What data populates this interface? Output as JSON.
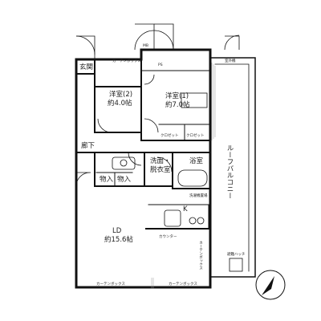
{
  "plan": {
    "rooms": {
      "entrance": "玄関",
      "western2_name": "洋室(2)",
      "western2_size": "約4.0帖",
      "western1_name": "洋室(1)",
      "western1_size": "約7.0帖",
      "hallway": "廊下",
      "washroom_line1": "洗面・",
      "washroom_line2": "脱衣室",
      "bathroom": "浴室",
      "storage_a": "物入",
      "storage_b": "物入",
      "kitchen": "K",
      "ld_name": "LD",
      "ld_size": "約15.6帖",
      "roof_balcony": "ルーフバルコニー"
    },
    "labels": {
      "closet_1": "クロゼット",
      "closet_2": "クロゼット",
      "counter": "カウンター",
      "curtain_box_top": "カーテンボックス",
      "curtain_box_left": "カーテンボックス",
      "curtain_box_right": "カーテンボックス",
      "curtain_box_side": "カーテンボックス",
      "roof_hatch": "避難ハッチ",
      "ps": "PS",
      "mb": "MB",
      "aircon_unit": "室外機",
      "washer_space": "洗濯機置場"
    }
  }
}
